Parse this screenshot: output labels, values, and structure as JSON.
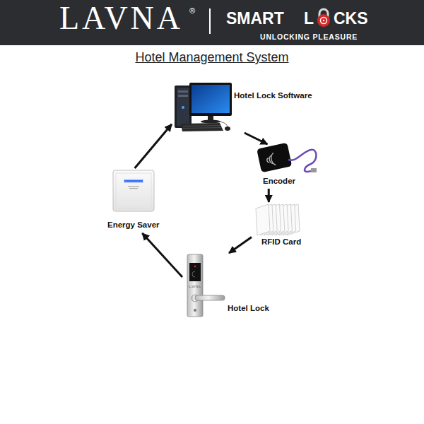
{
  "diagram": {
    "title": "Hotel Management System",
    "nodes": [
      {
        "text": [
          "Hotel Lock Software"
        ]
      },
      {
        "text": [
          "Encoder"
        ]
      },
      {
        "text": [
          "RFID Card"
        ]
      },
      {
        "text": [
          "Hotel Lock"
        ]
      },
      {
        "text": [
          "Energy Saver"
        ]
      }
    ],
    "edges": [
      {
        "from": 0,
        "to": 1,
        "arrow": "to"
      },
      {
        "from": 1,
        "to": 2,
        "arrow": "to"
      },
      {
        "from": 2,
        "to": 3,
        "arrow": "to"
      },
      {
        "from": 3,
        "to": 4,
        "arrow": "to"
      },
      {
        "from": 4,
        "to": 0,
        "arrow": "to"
      }
    ],
    "labels": [
      "LAVNA",
      "®",
      "SMART",
      "L",
      "CKS",
      "UNLOCKING PLEASURE",
      "LAVNA"
    ]
  }
}
